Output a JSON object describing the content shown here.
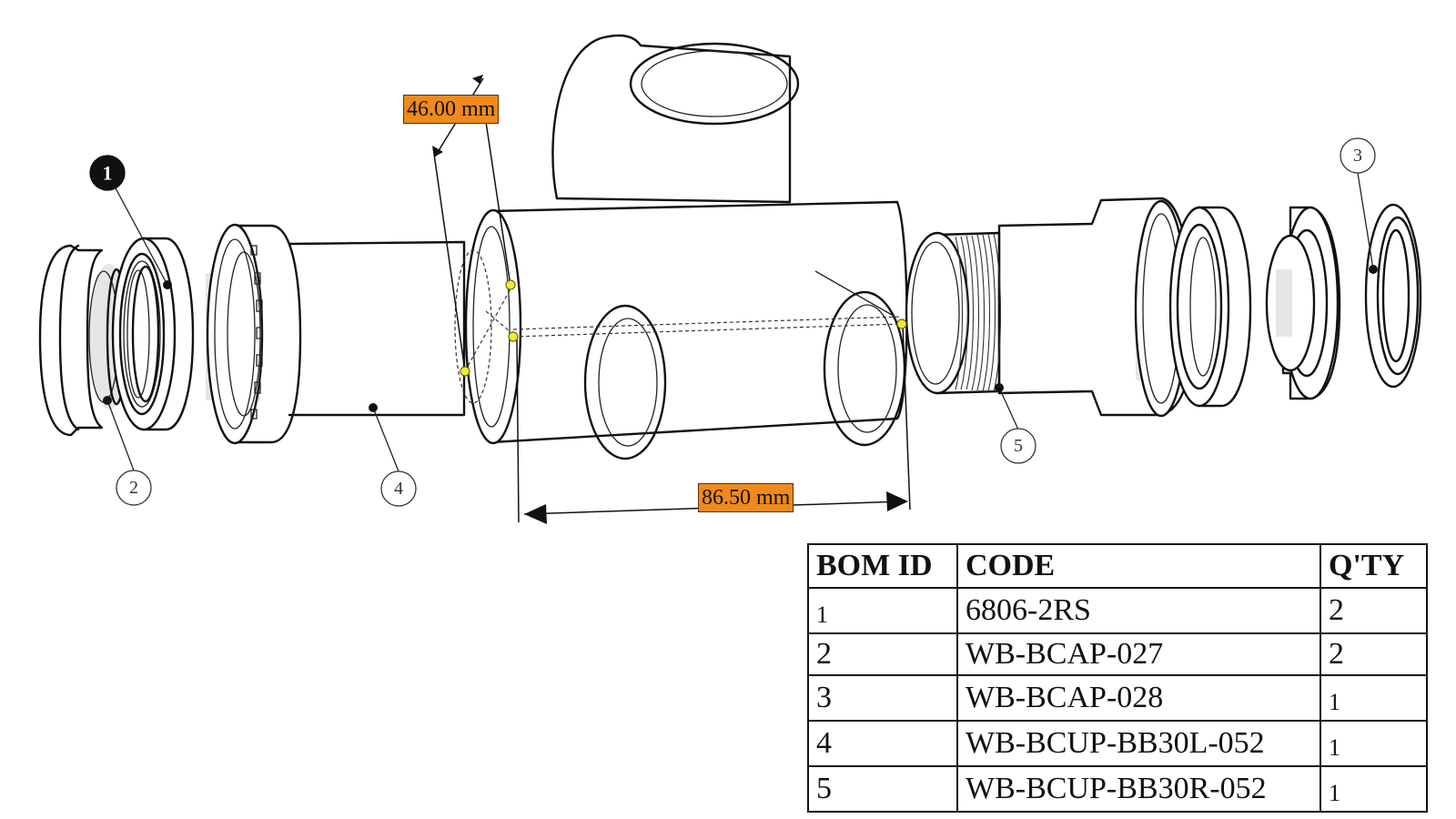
{
  "dimensions": {
    "vertical": "46.00 mm",
    "horizontal": "86.50 mm"
  },
  "callouts": {
    "c1": "1",
    "c2": "2",
    "c3": "3",
    "c4": "4",
    "c5": "5"
  },
  "bom": {
    "headers": {
      "id": "BOM ID",
      "code": "CODE",
      "qty": "Q'TY"
    },
    "rows": [
      {
        "id": "1",
        "code": "6806-2RS",
        "qty": "2"
      },
      {
        "id": "2",
        "code": "WB-BCAP-027",
        "qty": "2"
      },
      {
        "id": "3",
        "code": "WB-BCAP-028",
        "qty": "1"
      },
      {
        "id": "4",
        "code": "WB-BCUP-BB30L-052",
        "qty": "1"
      },
      {
        "id": "5",
        "code": "WB-BCUP-BB30R-052",
        "qty": "1"
      }
    ]
  },
  "colors": {
    "dimension_label": "#f08a1c",
    "pick_point": "#f4ea3c",
    "line": "#111111"
  }
}
